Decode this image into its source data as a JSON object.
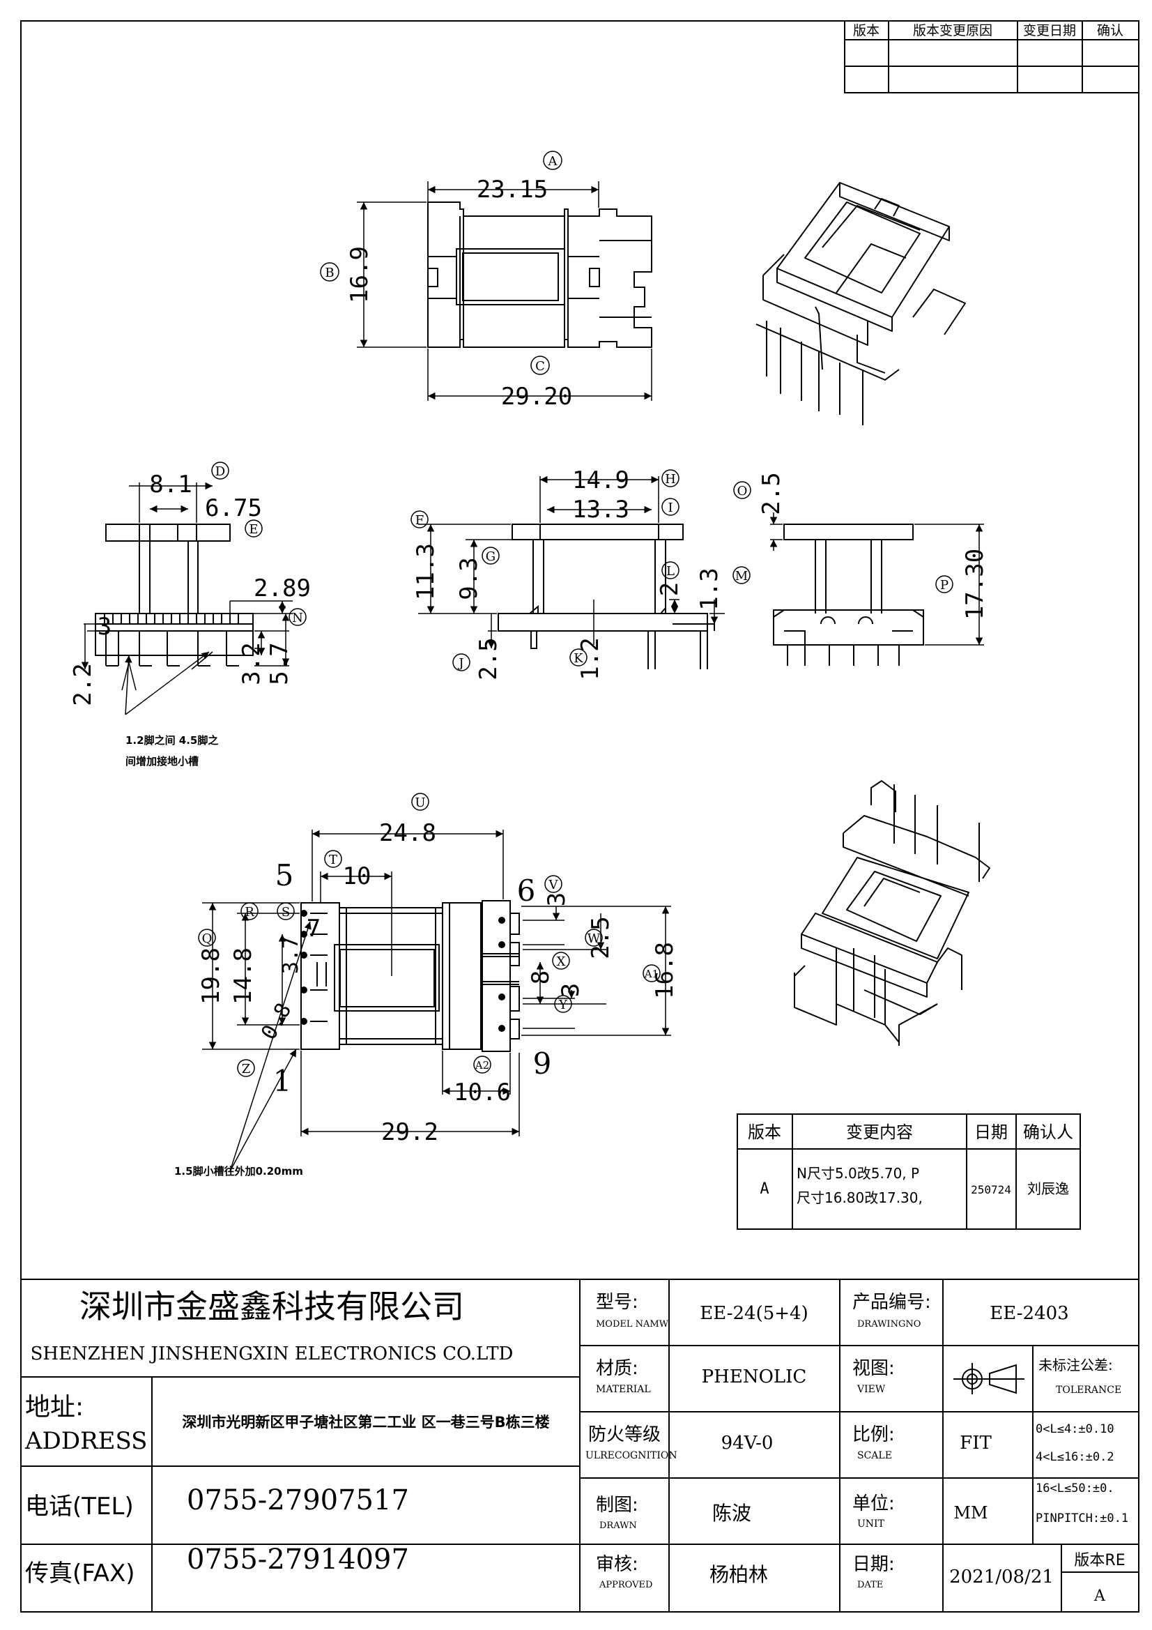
{
  "revision_table_top": {
    "headers": [
      "版本",
      "版本变更原因",
      "变更日期",
      "确认"
    ]
  },
  "dimensions": {
    "top_view": {
      "width": "23.15",
      "width_tag": "A",
      "height": "16.9",
      "height_tag": "B",
      "overall": "29.20",
      "overall_tag": "C"
    },
    "side_view": {
      "d1": "8.1",
      "d1_tag": "D",
      "d2": "6.75",
      "d2_tag": "E",
      "d3": "2.89",
      "d3_tag": "N",
      "d4": "3",
      "d5": "2.2",
      "d6": "3.2",
      "d7": "5.7",
      "note_line1": "1.2脚之间 4.5脚之",
      "note_line2": "间增加接地小槽"
    },
    "front_view": {
      "d1": "14.9",
      "d1_tag": "H",
      "d2": "13.3",
      "d2_tag": "I",
      "d3": "11.3",
      "d3_tag": "F",
      "d4": "9.3",
      "d4_tag": "G",
      "d5": "2",
      "d5_tag": "L",
      "d6": "1.3",
      "d6_tag": "M",
      "d7": "2.5",
      "d7_tag": "J",
      "d8": "1.2",
      "d8_tag": "K"
    },
    "end_view": {
      "d1": "2.5",
      "d1_tag": "O",
      "d2": "17.30",
      "d2_tag": "P"
    },
    "bottom_view": {
      "d1": "24.8",
      "d1_tag": "U",
      "d2": "10",
      "d2_tag": "T",
      "d3": "19.8",
      "d3_tag": "Q",
      "d4": "14.8",
      "d4_tag": "R",
      "d5": "7",
      "d5_tag": "S",
      "d6": "3.7",
      "d7": "0.8",
      "d8": "3",
      "d8_tag": "V",
      "d9": "2.5",
      "d9_tag": "W",
      "d10": "8",
      "d10_tag": "X",
      "d11": "3",
      "d11_tag": "Y",
      "d12": "16.8",
      "d12_tag": "A1",
      "d13": "10.6",
      "d13_tag": "A2",
      "d14": "29.2",
      "z_tag": "Z",
      "pin5": "5",
      "pin6": "6",
      "pin1": "1",
      "pin9": "9",
      "note": "1.5脚小槽往外加0.20mm"
    }
  },
  "change_record": {
    "headers": [
      "版本",
      "变更内容",
      "日期",
      "确认人"
    ],
    "row": {
      "version": "A",
      "content_line1": "N尺寸5.0改5.70, P",
      "content_line2": "尺寸16.80改17.30,",
      "date": "250724",
      "confirmer": "刘辰逸"
    }
  },
  "title_block": {
    "company_cn": "深圳市金盛鑫科技有限公司",
    "company_en": "SHENZHEN JINSHENGXIN ELECTRONICS CO.LTD",
    "address_label_cn": "地址:",
    "address_label_en": "ADDRESS",
    "address": "深圳市光明新区甲子塘社区第二工业 区一巷三号B栋三楼",
    "tel_label": "电话(TEL)",
    "tel": "0755-27907517",
    "fax_label": "传真(FAX)",
    "fax": "0755-27914097",
    "model_label_cn": "型号:",
    "model_label_en": "MODEL NAMW",
    "model": "EE-24(5+4)",
    "drawingno_label_cn": "产品编号:",
    "drawingno_label_en": "DRAWINGNO",
    "drawingno": "EE-2403",
    "material_label_cn": "材质:",
    "material_label_en": "MATERIAL",
    "material": "PHENOLIC",
    "view_label_cn": "视图:",
    "view_label_en": "VIEW",
    "tolerance_label_cn": "未标注公差:",
    "tolerance_label_en": "TOLERANCE",
    "tolerances": [
      "0<L≤4:±0.10",
      "4<L≤16:±0.2",
      "16<L≤50:±0.",
      "PINPITCH:±0.1"
    ],
    "fire_label_cn": "防火等级",
    "fire_label_en": "ULRECOGNITION",
    "fire": "94V-0",
    "scale_label_cn": "比例:",
    "scale_label_en": "SCALE",
    "scale": "FIT",
    "drawn_label_cn": "制图:",
    "drawn_label_en": "DRAWN",
    "drawn": "陈波",
    "unit_label_cn": "单位:",
    "unit_label_en": "UNIT",
    "unit": "MM",
    "approved_label_cn": "审核:",
    "approved_label_en": "APPROVED",
    "approved": "杨柏林",
    "date_label_cn": "日期:",
    "date_label_en": "DATE",
    "date": "2021/08/21",
    "version_label": "版本RE",
    "version": "A"
  }
}
